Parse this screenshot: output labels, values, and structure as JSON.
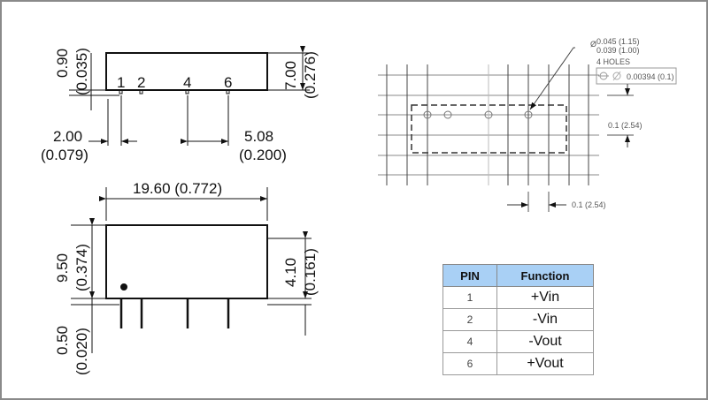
{
  "top_view": {
    "pins": [
      "1",
      "2",
      "4",
      "6"
    ],
    "height_mm": "0.90",
    "height_in": "(0.035)",
    "width_mm": "7.00",
    "width_in": "(0.276)",
    "pitch1_mm": "2.00",
    "pitch1_in": "(0.079)",
    "pitch2_mm": "5.08",
    "pitch2_in": "(0.200)"
  },
  "side_view": {
    "length": "19.60 (0.772)",
    "height_mm": "9.50",
    "height_in": "(0.374)",
    "pin_mm": "0.50",
    "pin_in": "(0.020)",
    "body_mm": "4.10",
    "body_in": "(0.161)"
  },
  "footprint": {
    "hole_max": "0.045 (1.15)",
    "hole_min": "0.039 (1.00)",
    "diameter_symbol": "Ø",
    "holes": "4 HOLES",
    "tolerance": "0.00394 (0.1)",
    "pitch_v": "0.1 (2.54)",
    "pitch_h": "0.1 (2.54)"
  },
  "pin_table": {
    "headers": [
      "PIN",
      "Function"
    ],
    "rows": [
      [
        "1",
        "+Vin"
      ],
      [
        "2",
        "-Vin"
      ],
      [
        "4",
        "-Vout"
      ],
      [
        "6",
        "+Vout"
      ]
    ]
  }
}
